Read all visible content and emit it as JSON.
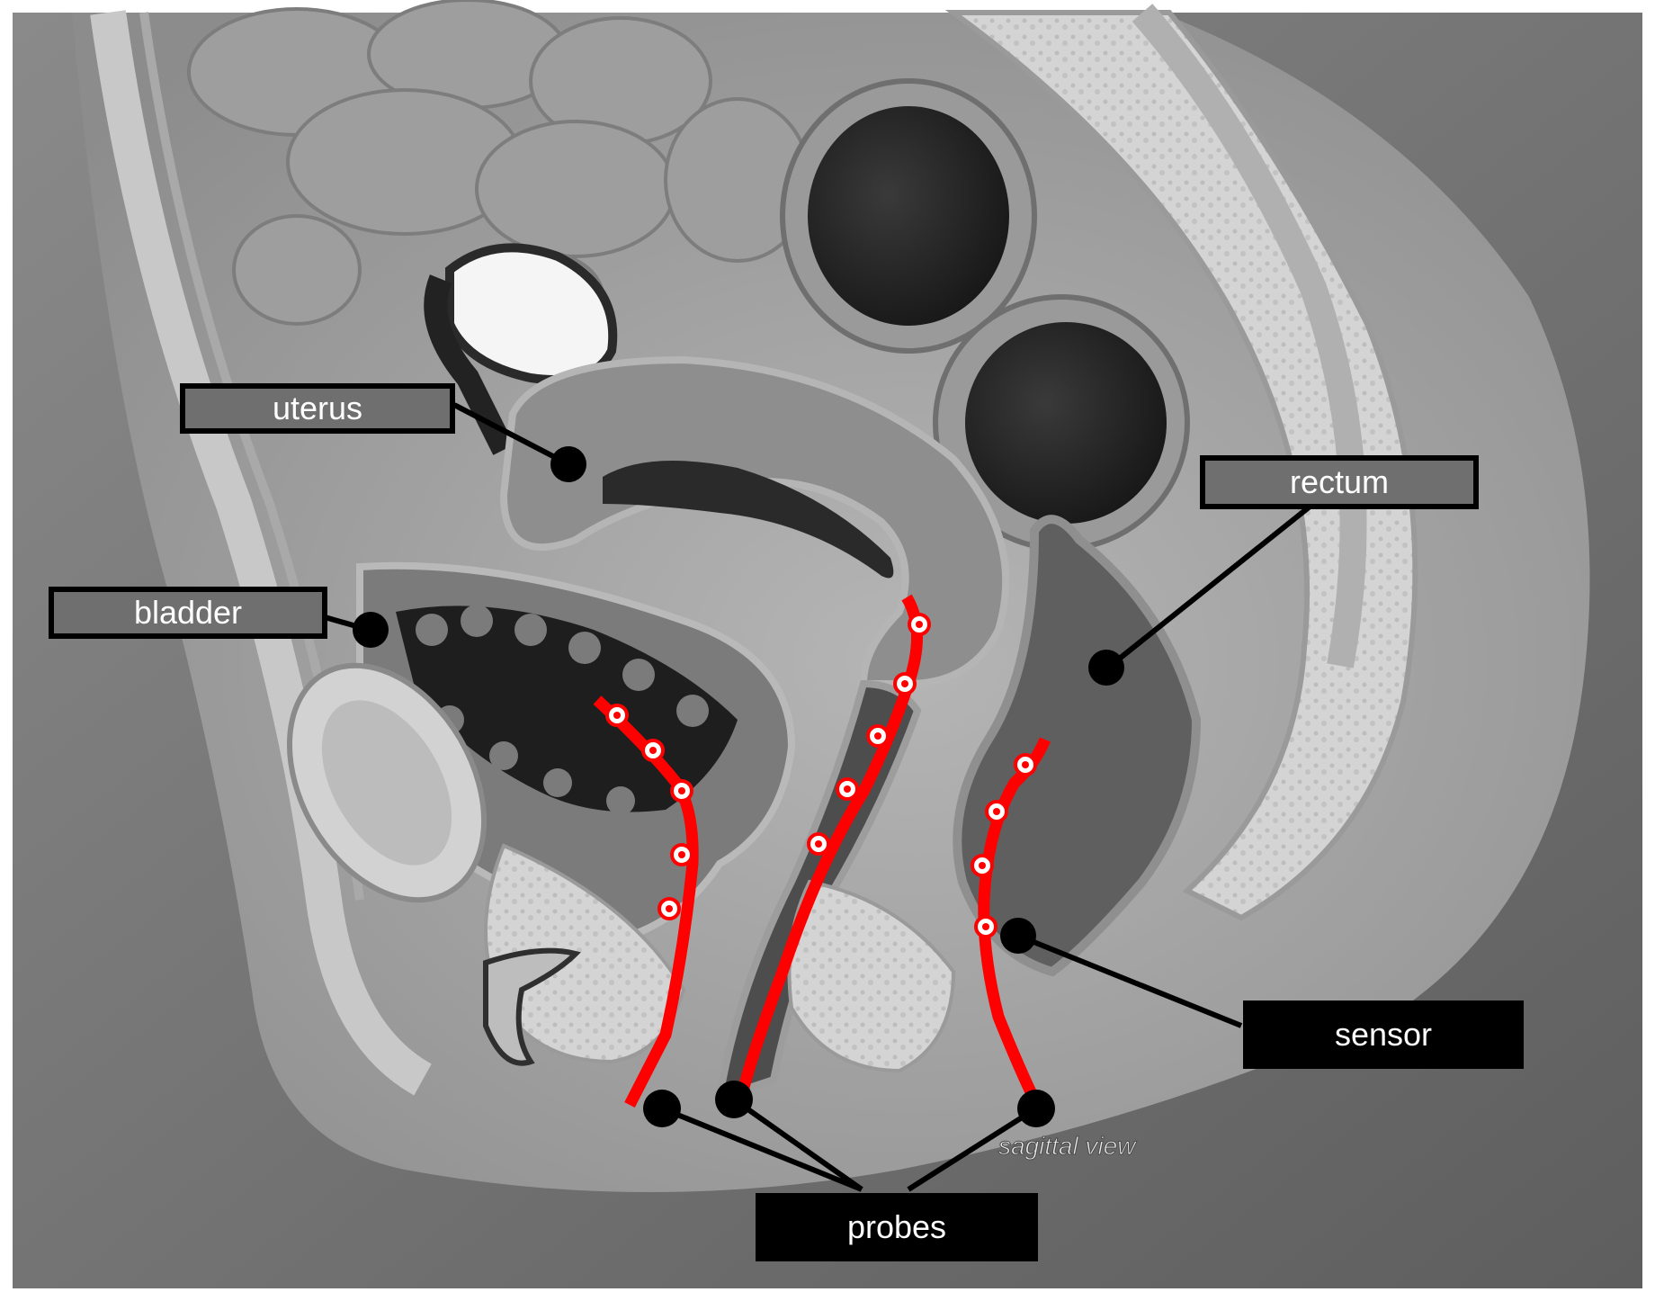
{
  "labels": {
    "uterus": "uterus",
    "bladder": "bladder",
    "rectum": "rectum",
    "sensor": "sensor",
    "probes": "probes"
  },
  "image_caption": "sagittal view",
  "colors": {
    "probe": "#ff0000",
    "sensor_ring": "#ffffff",
    "callout": "#000000",
    "label_box_gray": "#6f6f6f",
    "label_box_black": "#000000"
  }
}
